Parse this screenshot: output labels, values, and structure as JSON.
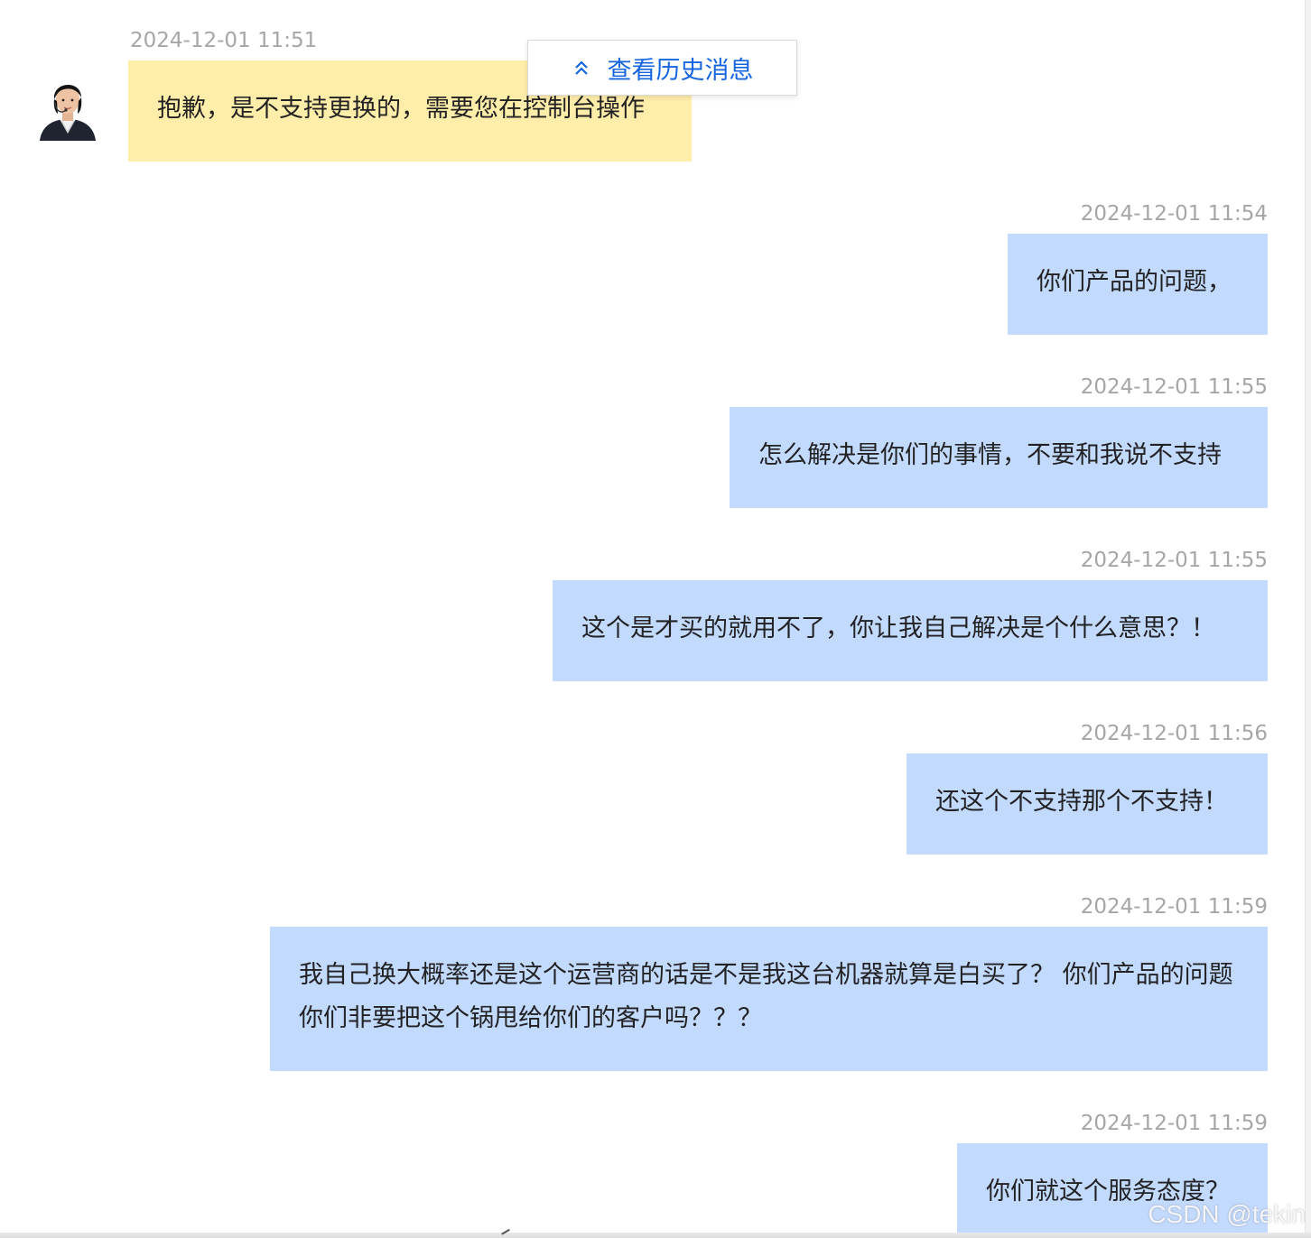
{
  "history_button": {
    "label": "查看历史消息",
    "icon": "double-chevron-up-icon",
    "color": "#1565e0"
  },
  "colors": {
    "agent_bubble": "#ffeeaa",
    "user_bubble": "#c3daff",
    "timestamp": "#a6a6a6"
  },
  "messages": [
    {
      "sender": "agent",
      "time": "2024-12-01 11:51",
      "text": "抱歉，是不支持更换的，需要您在控制台操作"
    },
    {
      "sender": "user",
      "time": "2024-12-01 11:54",
      "text": "你们产品的问题，"
    },
    {
      "sender": "user",
      "time": "2024-12-01 11:55",
      "text": "怎么解决是你们的事情，不要和我说不支持"
    },
    {
      "sender": "user",
      "time": "2024-12-01 11:55",
      "text": "这个是才买的就用不了，你让我自己解决是个什么意思？！"
    },
    {
      "sender": "user",
      "time": "2024-12-01 11:56",
      "text": "还这个不支持那个不支持！"
    },
    {
      "sender": "user",
      "time": "2024-12-01 11:59",
      "text": "我自己换大概率还是这个运营商的话是不是我这台机器就算是白买了？ 你们产品的问题你们非要把这个锅甩给你们的客户吗？？？"
    },
    {
      "sender": "user",
      "time": "2024-12-01 11:59",
      "text": "你们就这个服务态度？"
    }
  ],
  "watermark": "CSDN @tekin"
}
